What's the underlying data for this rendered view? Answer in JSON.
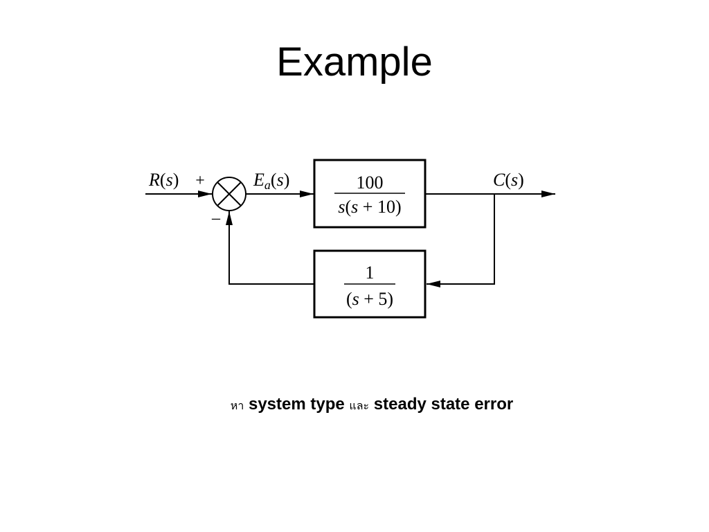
{
  "slide": {
    "title": "Example"
  },
  "diagram": {
    "input_label": {
      "main": "R",
      "paren_open": "(",
      "var": "s",
      "paren_close": ")"
    },
    "plus_sign": "+",
    "minus_sign": "–",
    "error_label": {
      "main": "E",
      "sub": "a",
      "paren_open": "(",
      "var": "s",
      "paren_close": ")"
    },
    "output_label": {
      "main": "C",
      "paren_open": "(",
      "var": "s",
      "paren_close": ")"
    },
    "forward_block": {
      "numerator": "100",
      "denominator": {
        "pre": "s",
        "open": "(",
        "var": "s",
        "rest": " + 10)"
      }
    },
    "feedback_block": {
      "numerator": "1",
      "denominator": {
        "open": "(",
        "var": "s",
        "rest": " + 5)"
      }
    }
  },
  "task": {
    "thai_find": "หา",
    "term1": "system type",
    "thai_and": "และ",
    "term2": "steady state error"
  }
}
